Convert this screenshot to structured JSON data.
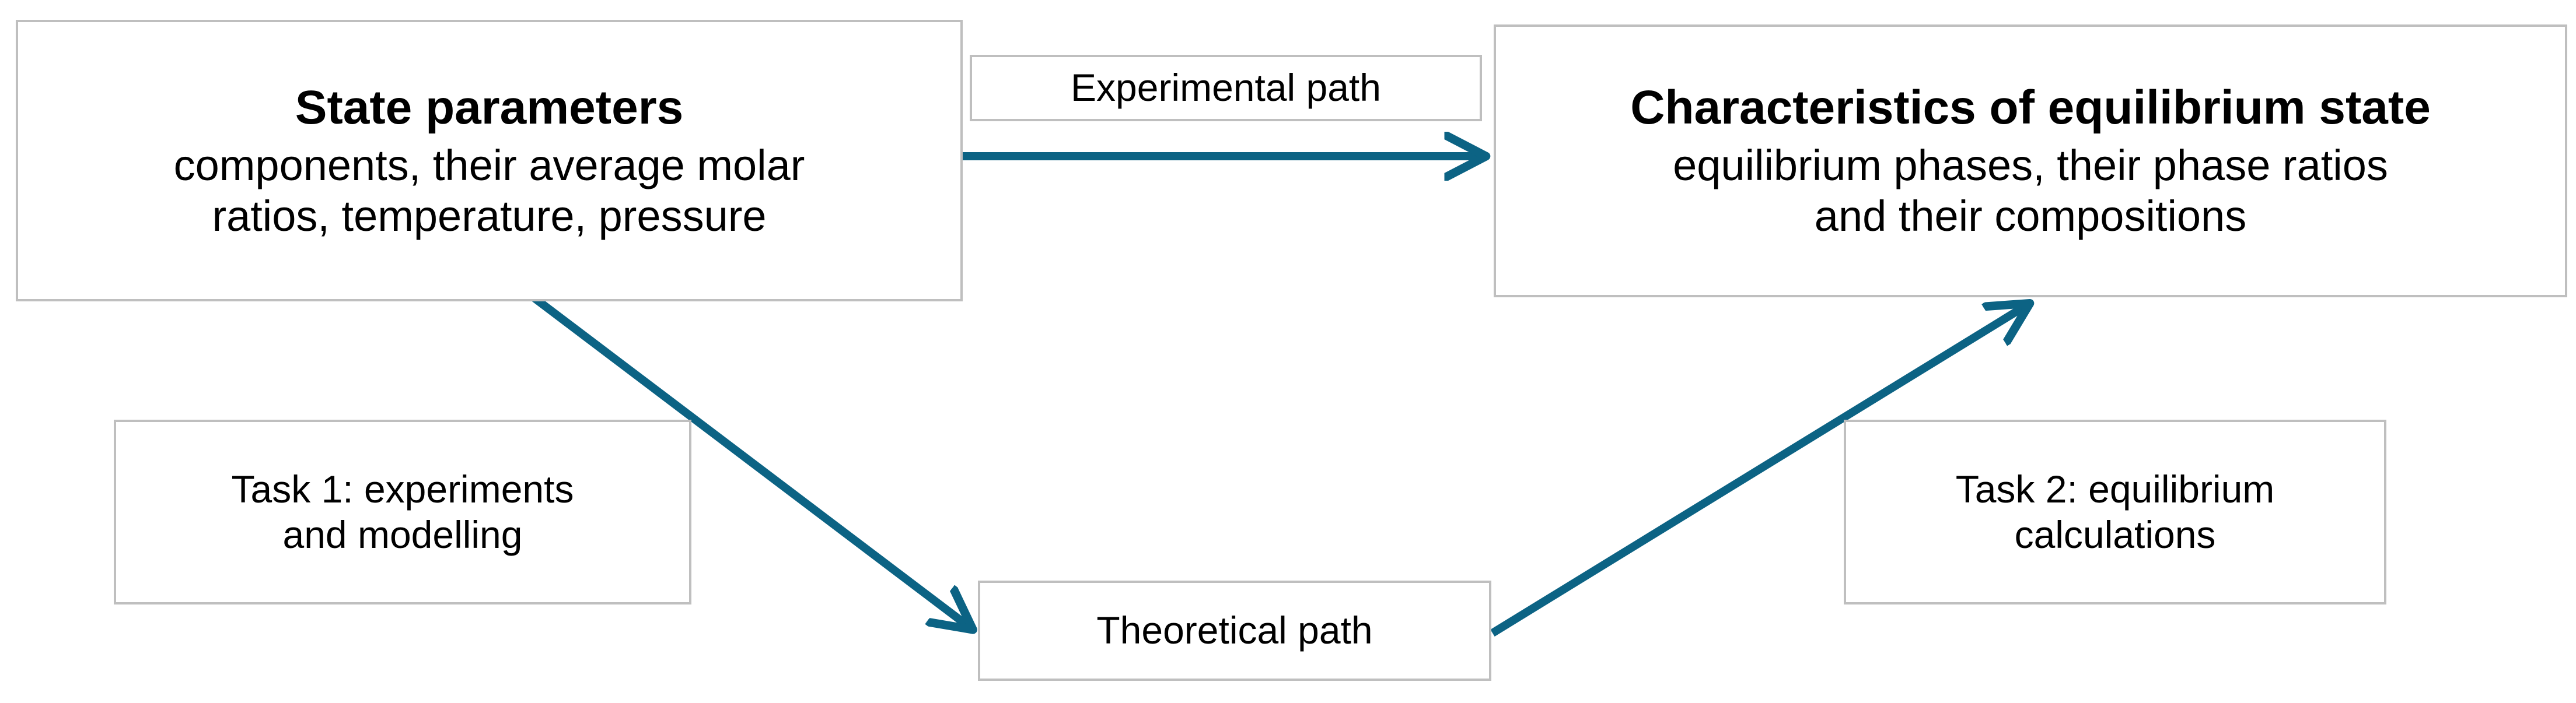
{
  "diagram": {
    "accent_color": "#0c6384",
    "box_border_color": "#bfbfbf",
    "background_color": "#ffffff",
    "text_color": "#000000",
    "nodes": {
      "state_parameters": {
        "title": "State parameters",
        "line1": "components, their average molar",
        "line2": "ratios, temperature, pressure"
      },
      "equilibrium_characteristics": {
        "title": "Characteristics of equilibrium state",
        "line1": "equilibrium phases, their phase ratios",
        "line2": "and their compositions"
      },
      "task1": {
        "line1": "Task 1: experiments",
        "line2": "and modelling"
      },
      "task2": {
        "line1": "Task 2: equilibrium",
        "line2": "calculations"
      },
      "experimental_path": {
        "label": "Experimental path"
      },
      "theoretical_path": {
        "label": "Theoretical path"
      }
    },
    "edges": [
      {
        "name": "experimental-path-arrow",
        "from": "state_parameters",
        "to": "equilibrium_characteristics",
        "label": "Experimental path",
        "direction": "right"
      },
      {
        "name": "state-to-theoretical-arrow",
        "from": "state_parameters",
        "to": "theoretical_path",
        "label": "Task 1: experiments and modelling",
        "direction": "down-right"
      },
      {
        "name": "theoretical-to-equilibrium-arrow",
        "from": "theoretical_path",
        "to": "equilibrium_characteristics",
        "label": "Task 2: equilibrium calculations",
        "direction": "up-right"
      }
    ]
  }
}
